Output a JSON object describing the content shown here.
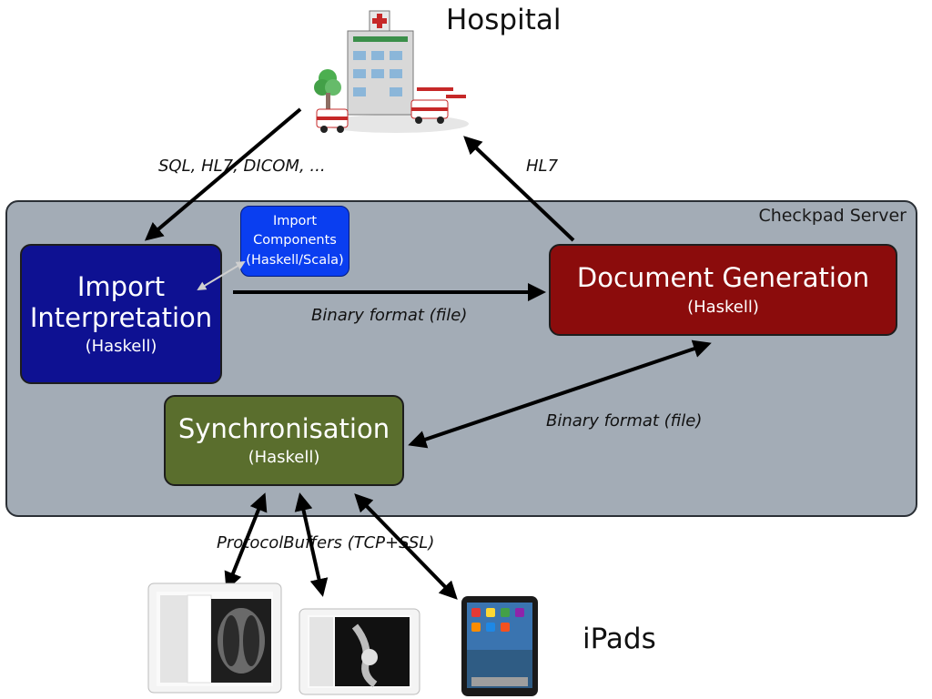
{
  "hospital": {
    "title": "Hospital"
  },
  "server": {
    "title": "Checkpad Server"
  },
  "import_box": {
    "line1": "Import",
    "line2": "Interpretation",
    "sub": "(Haskell)"
  },
  "components_box": {
    "line1": "Import",
    "line2": "Components",
    "line3": "(Haskell/Scala)"
  },
  "docgen_box": {
    "title": "Document Generation",
    "sub": "(Haskell)"
  },
  "sync_box": {
    "title": "Synchronisation",
    "sub": "(Haskell)"
  },
  "edges": {
    "hospital_to_import": "SQL, HL7, DICOM, ...",
    "docgen_to_hospital": "HL7",
    "import_to_docgen": "Binary format (file)",
    "docgen_sync": "Binary format (file)",
    "sync_ipads": "ProtocolBuffers (TCP+SSL)"
  },
  "ipads": {
    "title": "iPads"
  },
  "icons": [
    "hospital-lego-icon",
    "ipad-xray-icon",
    "ipad-mri-icon",
    "ipad-home-icon"
  ]
}
